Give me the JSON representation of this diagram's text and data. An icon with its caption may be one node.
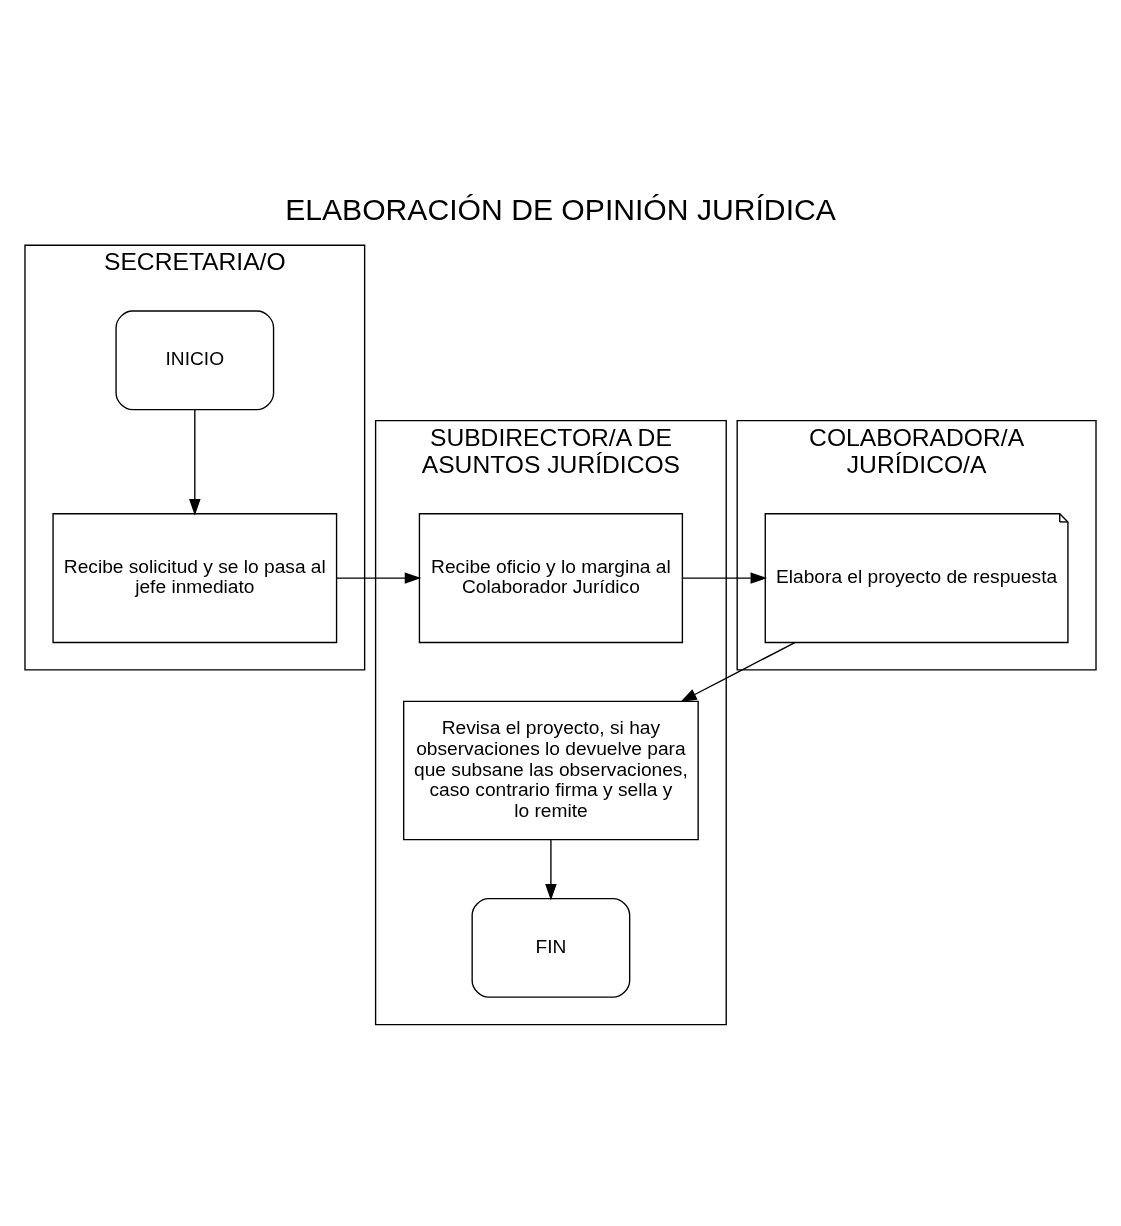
{
  "diagram": {
    "title": "ELABORACIÓN DE OPINIÓN JURÍDICA",
    "nodes": [
      {
        "text": [
          "SECRETARIA/O"
        ]
      },
      {
        "text": [
          "SUBDIRECTOR/A DE ASUNTOS JURÍDICOS"
        ]
      },
      {
        "text": [
          "COLABORADOR/A JURÍDICO/A"
        ]
      },
      {
        "text": [
          "INICIO"
        ],
        "in": 0
      },
      {
        "text": [
          "Recibe solicitud y se lo pasa al jefe inmediato"
        ],
        "in": 0
      },
      {
        "text": [
          "Recibe oficio y lo margina al Colaborador Jurídico"
        ],
        "in": 1
      },
      {
        "text": [
          "Elabora el proyecto de respuesta"
        ],
        "in": 2
      },
      {
        "text": [
          "Revisa el proyecto, si hay observaciones lo devuelve para que subsane las observaciones, caso contrario firma y sella y lo remite"
        ],
        "in": 1
      },
      {
        "text": [
          "FIN"
        ],
        "in": 1
      }
    ],
    "edges": [
      {
        "from": 3,
        "to": 4,
        "arrow": "to"
      },
      {
        "from": 4,
        "to": 5,
        "arrow": "to"
      },
      {
        "from": 5,
        "to": 6,
        "arrow": "to"
      },
      {
        "from": 6,
        "to": 7,
        "arrow": "to"
      },
      {
        "from": 7,
        "to": 8,
        "arrow": "to"
      }
    ]
  }
}
